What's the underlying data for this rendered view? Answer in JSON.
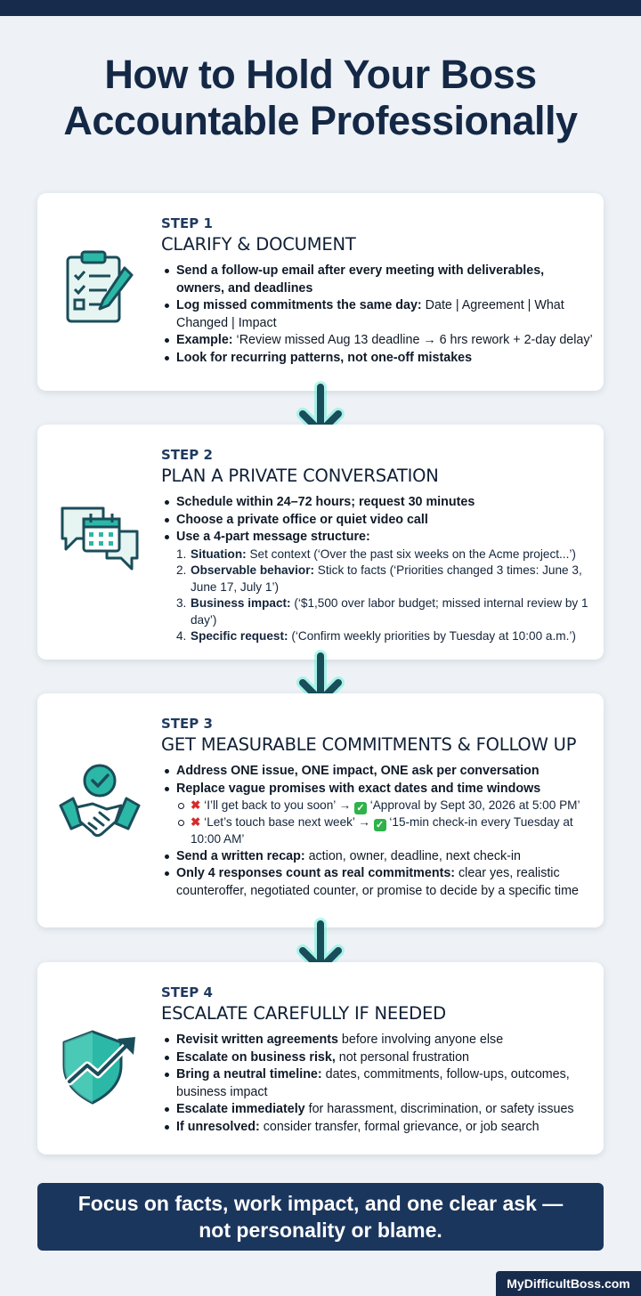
{
  "title": {
    "line1": "How to Hold Your Boss",
    "line2": "Accountable Professionally"
  },
  "steps": [
    {
      "label": "STEP 1",
      "title": "CLARIFY & DOCUMENT",
      "icon": "clipboard-checklist-icon",
      "bullets": [
        {
          "text": "Send a follow-up email after every meeting with deliverables, owners, and deadlines"
        },
        {
          "bold": "Log missed commitments the same day:",
          "text": " Date | Agreement | What Changed | Impact"
        },
        {
          "bold": "Example:",
          "text": " ‘Review missed Aug 13 deadline → 6 hrs rework + 2-day delay’"
        },
        {
          "text": "Look for recurring patterns, not one-off mistakes"
        }
      ]
    },
    {
      "label": "STEP 2",
      "title": "PLAN A PRIVATE CONVERSATION",
      "icon": "chat-calendar-icon",
      "bullets": [
        {
          "text": "Schedule within 24–72 hours; request 30 minutes"
        },
        {
          "text": "Choose a private office or quiet video call"
        },
        {
          "text": "Use a 4-part message structure:"
        }
      ],
      "sub": [
        {
          "n": "1.",
          "bold": "Situation:",
          "text": " Set context (‘Over the past six weeks on the Acme project...’)"
        },
        {
          "n": "2.",
          "bold": "Observable behavior:",
          "text": " Stick to facts (‘Priorities changed 3 times: June 3, June 17, July 1’)"
        },
        {
          "n": "3.",
          "bold": "Business impact:",
          "text": " (‘$1,500 over labor budget; missed internal review by 1 day’)"
        },
        {
          "n": "4.",
          "bold": "Specific request:",
          "text": " (‘Confirm weekly priorities by Tuesday at 10:00 a.m.’)"
        }
      ]
    },
    {
      "label": "STEP 3",
      "title": "GET MEASURABLE COMMITMENTS & FOLLOW UP",
      "icon": "handshake-check-icon",
      "bullets_a": [
        {
          "text": "Address ONE issue, ONE impact, ONE ask per conversation"
        },
        {
          "text": "Replace vague promises with exact dates and time windows"
        }
      ],
      "examples": [
        {
          "bad": "‘I’ll get back to you soon’",
          "good": "‘Approval by Sept 30, 2026 at 5:00 PM’"
        },
        {
          "bad": "‘Let’s touch base next week’",
          "good": "‘15-min check-in every Tuesday at 10:00 AM’"
        }
      ],
      "bullets_b": [
        {
          "bold": "Send a written recap:",
          "text": " action, owner, deadline, next check-in"
        },
        {
          "bold": "Only 4 responses count as real commitments:",
          "text": " clear yes, realistic counteroffer, negotiated counter, or promise to decide by a specific time"
        }
      ]
    },
    {
      "label": "STEP 4",
      "title": "ESCALATE CAREFULLY IF NEEDED",
      "icon": "shield-trend-icon",
      "bullets": [
        {
          "bold": "Revisit written agreements",
          "text": " before involving anyone else"
        },
        {
          "bold": "Escalate on business risk,",
          "text": " not personal frustration"
        },
        {
          "bold": "Bring a neutral timeline:",
          "text": " dates, commitments, follow-ups, outcomes, business impact"
        },
        {
          "bold": "Escalate immediately",
          "text": " for harassment, discrimination, or safety issues"
        },
        {
          "bold": "If unresolved:",
          "text": " consider transfer, formal grievance, or job search"
        }
      ]
    }
  ],
  "footer": {
    "line1": "Focus on facts, work impact, and one clear ask —",
    "line2": "not personality or blame."
  },
  "brand": "MyDifficultBoss.com",
  "colors": {
    "navy": "#1b365d",
    "teal": "#2bb8a6",
    "dark_teal": "#1a4d5a"
  }
}
